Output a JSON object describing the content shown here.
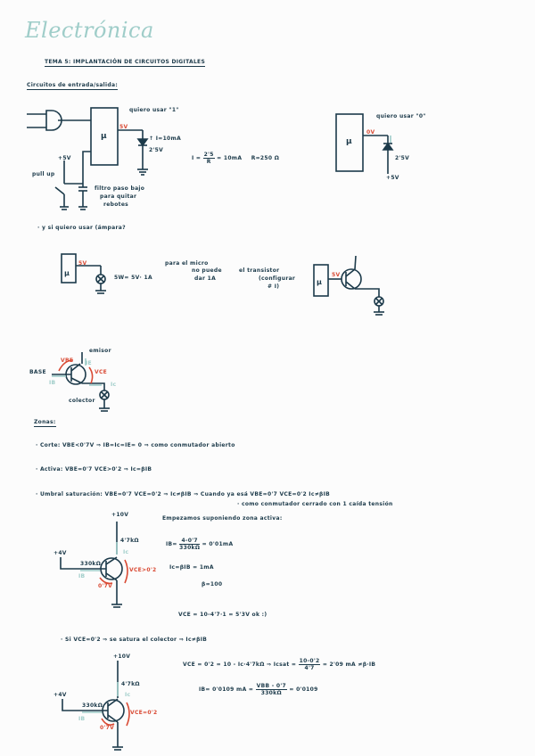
{
  "page": {
    "title": "Electrónica",
    "topic": "TEMA 5: IMPLANTACIÓN DE CIRCUITOS DIGITALES",
    "section": "Circuitos de entrada/salida:"
  },
  "colors": {
    "ink": "#1c3a4a",
    "accent_red": "#d94a34",
    "accent_teal": "#9fcdc9"
  },
  "circuit1": {
    "micro_label": "μ",
    "note_top": "quiero usar \"1\"",
    "pin_voltage": "5V",
    "led_label": "↑ I=10mA",
    "led_drop": "2'5V",
    "supply": "+5V",
    "pullup_label": "pull up",
    "filter_note": [
      "filtro paso bajo",
      "para quitar",
      "rebotes"
    ],
    "equation_lhs": "I =",
    "equation_num": "2'5",
    "equation_den": "R",
    "equation_rhs": "= 10mA",
    "equation_r": "R=250 Ω"
  },
  "circuit2": {
    "micro_label": "μ",
    "note_top": "quiero usar \"0\"",
    "pin_voltage": "0V",
    "led_drop": "2'5V",
    "supply": "+5V"
  },
  "lamp_section": {
    "bullet": "· y si quiero usar (ámpara?",
    "micro_label": "μ",
    "pin_voltage": "5V",
    "power_eq": "5W= 5V· 1A",
    "note": [
      "para el micro",
      "no puede",
      "dar 1A"
    ],
    "transistor_note": [
      "el transistor",
      "(configurar",
      "# I)"
    ],
    "pin_voltage_2": "5V"
  },
  "bjt_diagram": {
    "emitter": "emisor",
    "base": "BASE",
    "collector": "colector",
    "vbe": "VBE",
    "vce": "VCE",
    "ie": "IE",
    "ib": "IB",
    "ic": "Ic"
  },
  "zones": {
    "heading": "Zonas:",
    "items": [
      "· Corte: VBE<0'7V ⇒ IB=Ic=IE= 0 ⇒ como conmutador abierto",
      "· Activa: VBE=0'7    VCE>0'2    ⇒    Ic=βIB",
      "· Umbral saturación: VBE=0'7    VCE=0'2 ⇒ Ic≠βIB ⇒ Cuando ya esá VBE=0'7      VCE=0'2      Ic≠βIB"
    ],
    "sat_note": "· como conmutador cerrado con 1 caída tensión"
  },
  "example1": {
    "supply_top": "+10V",
    "rc": "4'7kΩ",
    "supply_left": "+4V",
    "rb": "330kΩ",
    "ic": "Ic",
    "ib": "IB",
    "vbe": "0'7V",
    "vce": "VCE>0'2",
    "intro": "Empezamos suponiendo zona activa:",
    "ib_eq_lhs": "IB=",
    "ib_eq_num": "4-0'7",
    "ib_eq_den": "330kΩ",
    "ib_eq_rhs": "= 0'01mA",
    "ic_eq": "Ic=βIB = 1mA",
    "beta": "β=100",
    "vce_eq": "VCE = 10-4'7·1 = 5'3V ok :)"
  },
  "example2": {
    "intro": "· Si VCE=0'2 ⇒ se satura el colector ⇒ Ic≠βIB",
    "supply_top": "+10V",
    "rc": "4'7kΩ",
    "supply_left": "+4V",
    "rb": "330kΩ",
    "ic": "Ic",
    "ib": "IB",
    "vbe": "0'7V",
    "vce": "VCE=0'2",
    "vce_eq_lhs": "VCE = 0'2 = 10 - Ic·4'7kΩ ⇒ Icsat =",
    "vce_eq_num": "10-0'2",
    "vce_eq_den": "4'7",
    "vce_eq_rhs": "= 2'09 mA ≠β·IB",
    "ib_eq_lhs": "IB= 0'0109 mA  =",
    "ib_eq_num": "VBB - 0'7",
    "ib_eq_den": "330kΩ",
    "ib_eq_rhs": "= 0'0109"
  }
}
